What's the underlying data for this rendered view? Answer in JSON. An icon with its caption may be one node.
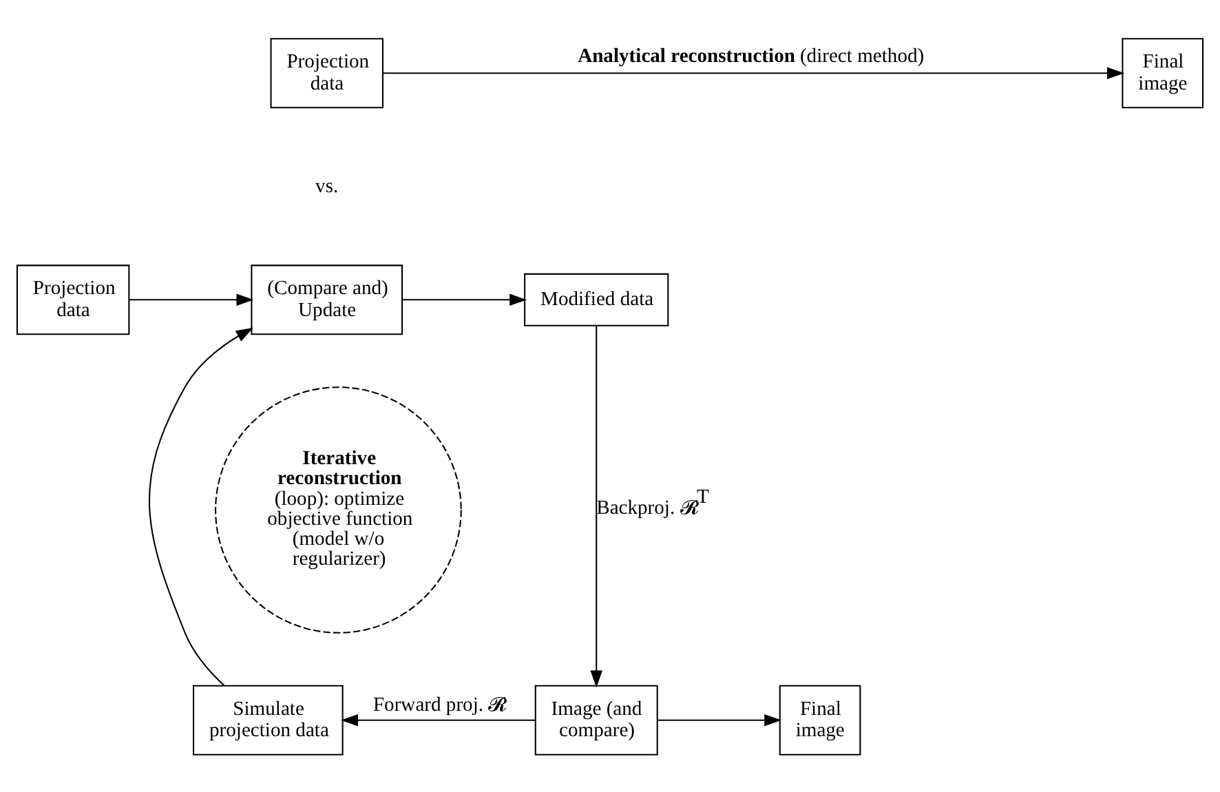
{
  "diagram": {
    "nodes": [
      {
        "text": [
          "Projection data"
        ]
      },
      {
        "text": [
          "Final image"
        ]
      },
      {
        "text": [
          "Projection data"
        ]
      },
      {
        "text": [
          "(Compare and) Update"
        ]
      },
      {
        "text": [
          "Modified data"
        ]
      },
      {
        "text": [
          "Image (and compare)"
        ]
      },
      {
        "text": [
          "Final image"
        ]
      },
      {
        "text": [
          "Simulate projection data"
        ]
      },
      {
        "text": [
          "**Iterative reconstruction** (loop): optimize objective function (model w/o regularizer)"
        ]
      }
    ],
    "edges": [
      {
        "from": 0,
        "to": 1,
        "arrow": "to",
        "label": "**Analytical reconstruction** (direct method)"
      },
      {
        "from": 2,
        "to": 3,
        "arrow": "to"
      },
      {
        "from": 3,
        "to": 4,
        "arrow": "to"
      },
      {
        "from": 4,
        "to": 5,
        "arrow": "to",
        "label": "Backproj. 𝓡$^{T}$"
      },
      {
        "from": 5,
        "to": 6,
        "arrow": "to"
      },
      {
        "from": 5,
        "to": 7,
        "arrow": "to",
        "label": "Forward proj. 𝓡"
      },
      {
        "from": 7,
        "to": 3,
        "arrow": "to"
      }
    ],
    "labels": [
      "vs."
    ]
  }
}
